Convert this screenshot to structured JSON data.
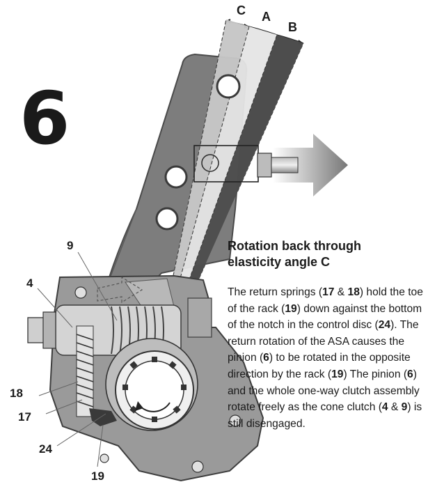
{
  "step": {
    "number": "6"
  },
  "angle_labels": {
    "c": "C",
    "a": "A",
    "b": "B"
  },
  "callouts": {
    "p9": "9",
    "p4": "4",
    "p18": "18",
    "p17": "17",
    "p24": "24",
    "p19": "19"
  },
  "caption": {
    "title_line1": "Rotation back through",
    "title_line2": "elasticity angle C",
    "t1": "The return springs (",
    "r17": "17",
    "t2": " & ",
    "r18": "18",
    "t3": ") hold the toe of the rack (",
    "r19a": "19",
    "t4": ") down against the bottom of the notch in the control disc (",
    "r24": "24",
    "t5": "). The return rotation of the ASA causes the pinion (",
    "r6a": "6",
    "t6": ") to be rotated in the opposite direction by the rack (",
    "r19b": "19",
    "t7": ") The pinion (",
    "r6b": "6",
    "t8": ") and the whole one-way clutch assembly rotate freely as the cone clutch (",
    "r4": "4",
    "t9": " & ",
    "r9": "9",
    "t10": ") is still disengaged."
  },
  "colors": {
    "arm": "#7d7d7d",
    "arm_edge": "#4a4a4a",
    "housing": "#9a9a9a",
    "wedge_c": "#c8c8c8",
    "wedge_a": "#e6e6e6",
    "wedge_b": "#4d4d4d",
    "arrow": "#8a8a8a"
  }
}
